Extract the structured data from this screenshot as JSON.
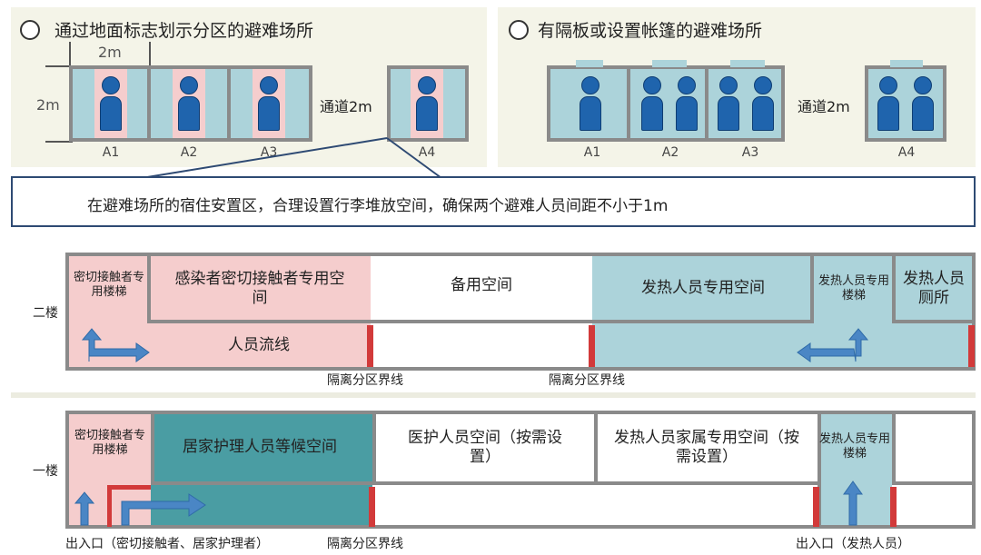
{
  "top": {
    "left_title": "通过地面标志划示分区的避难场所",
    "right_title": "有隔板或设置帐篷的避难场所",
    "dim_width": "2m",
    "dim_height": "2m",
    "passage_left": "通道2m",
    "passage_right": "通道2m",
    "unit_labels": [
      "A1",
      "A2",
      "A3",
      "A4"
    ],
    "note": "在避难场所的宿住安置区，合理设置行李堆放空间，确保两个避难人员间距不小于1m"
  },
  "floor2": {
    "label": "二楼",
    "contact_stairs": "密切接触者专用楼梯",
    "infected_space": "感染者密切接触者专用空间",
    "spare_space": "备用空间",
    "fever_space": "发热人员专用空间",
    "fever_stairs": "发热人员专用楼梯",
    "fever_toilet": "发热人员厕所",
    "flow_label": "人员流线",
    "boundary_1": "隔离分区界线",
    "boundary_2": "隔离分区界线"
  },
  "floor1": {
    "label": "一楼",
    "contact_stairs": "密切接触者专用楼梯",
    "caregiver_space": "居家护理人员等候空间",
    "medical_space": "医护人员空间（按需设置）",
    "family_space": "发热人员家属专用空间（按需设置）",
    "fever_stairs": "发热人员专用楼梯",
    "entrance_left": "出入口（密切接触者、居家护理者）",
    "boundary": "隔离分区界线",
    "entrance_right": "出入口（发热人员）"
  },
  "colors": {
    "pink": "#f5cdcd",
    "light_teal": "#acd3da",
    "dark_teal": "#4a9da3",
    "person_blue": "#1f64ad",
    "arrow_blue": "#4a86c5",
    "red": "#d23a3a",
    "border_gray": "#8a8a8a",
    "panel_beige": "#f4f4e8"
  },
  "icons": [
    "person-icon",
    "arrow-icon",
    "circle-bullet-icon"
  ]
}
